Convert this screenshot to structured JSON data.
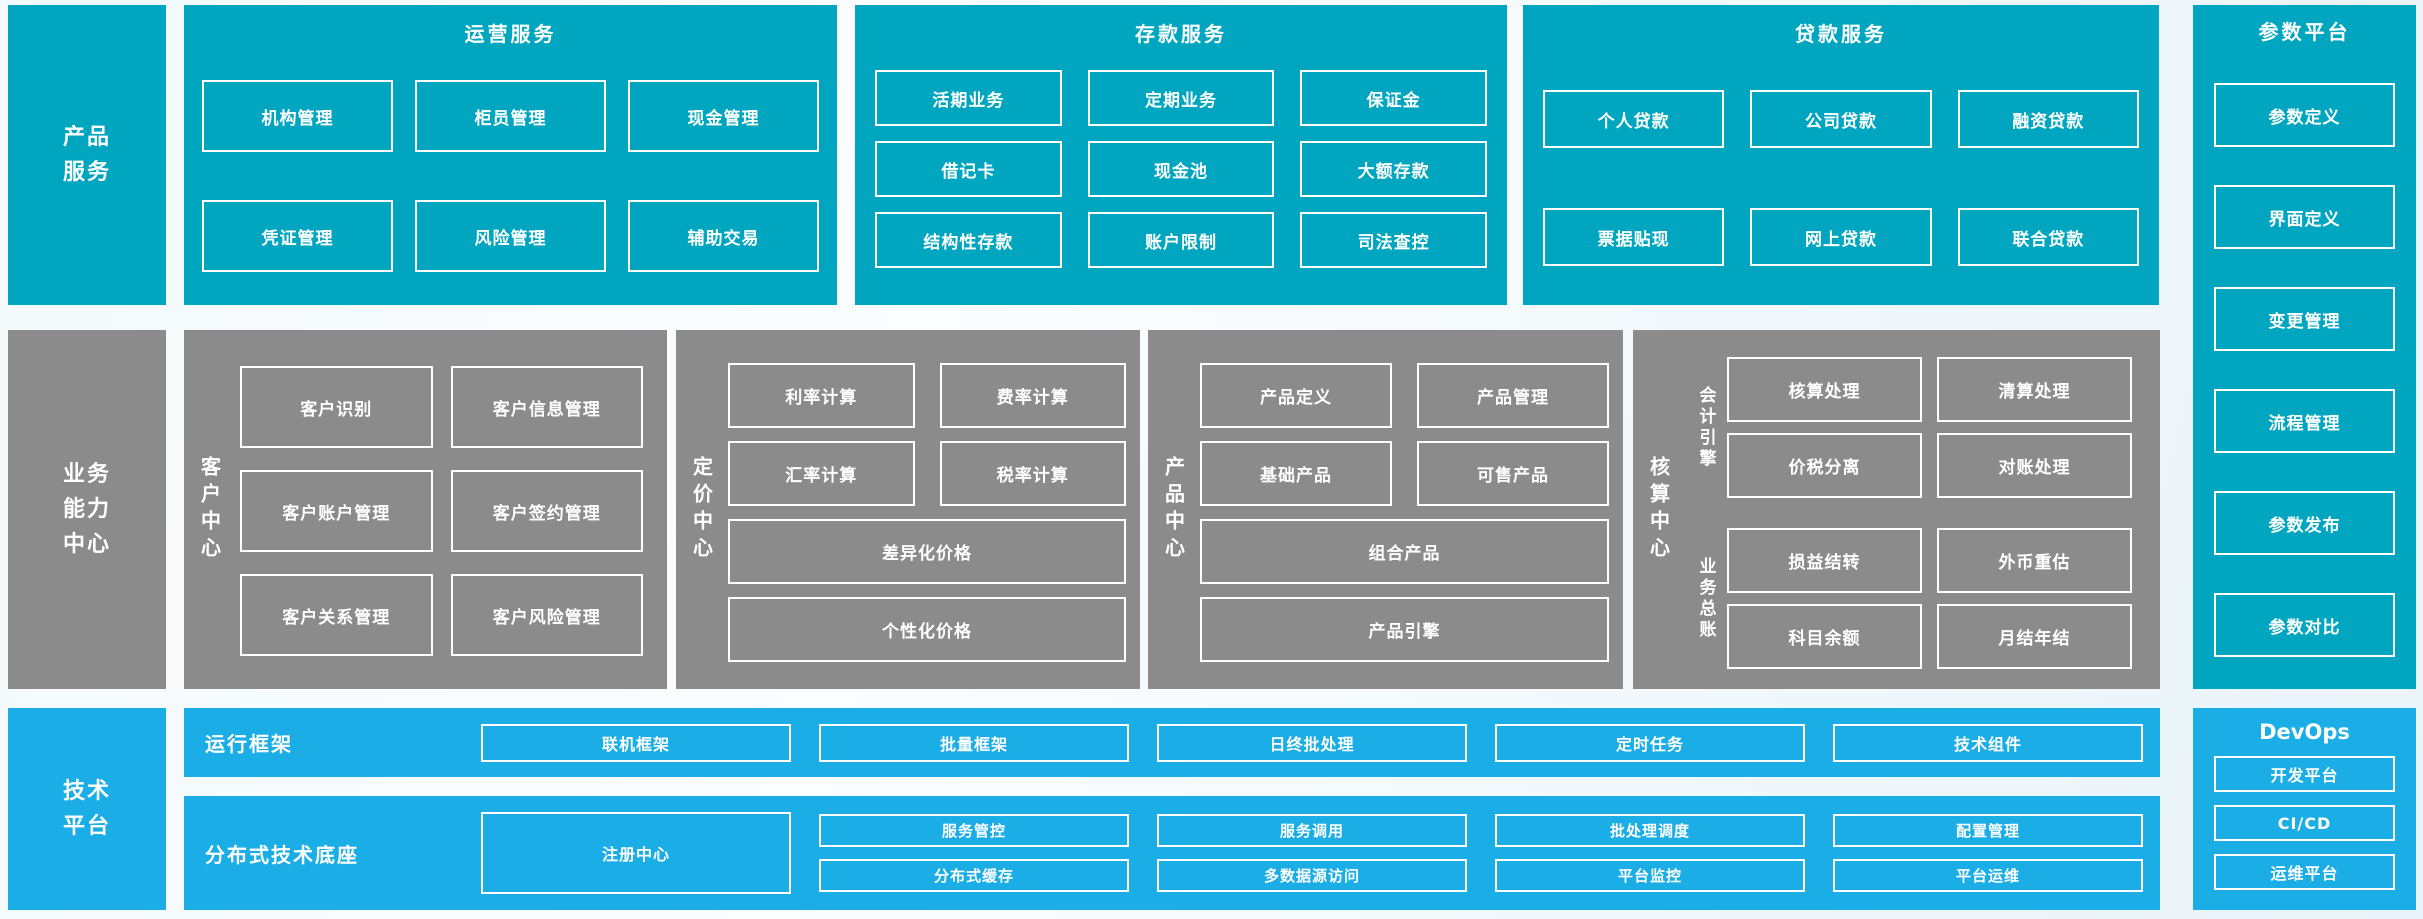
{
  "colors": {
    "teal": "#00a6bf",
    "gray": "#8b8b8b",
    "blue": "#1bade6"
  },
  "product_services": {
    "label": "产品\n服务",
    "operations": {
      "title": "运营服务",
      "boxes": [
        "机构管理",
        "柜员管理",
        "现金管理",
        "凭证管理",
        "风险管理",
        "辅助交易"
      ]
    },
    "deposit": {
      "title": "存款服务",
      "boxes": [
        "活期业务",
        "定期业务",
        "保证金",
        "借记卡",
        "现金池",
        "大额存款",
        "结构性存款",
        "账户限制",
        "司法查控"
      ]
    },
    "loan": {
      "title": "贷款服务",
      "boxes": [
        "个人贷款",
        "公司贷款",
        "融资贷款",
        "票据贴现",
        "网上贷款",
        "联合贷款"
      ]
    }
  },
  "param_platform": {
    "title": "参数平台",
    "boxes": [
      "参数定义",
      "界面定义",
      "变更管理",
      "流程管理",
      "参数发布",
      "参数对比"
    ]
  },
  "business_centers": {
    "label": "业务\n能力\n中心",
    "customer": {
      "name": "客户中心",
      "boxes": [
        "客户识别",
        "客户信息管理",
        "客户账户管理",
        "客户签约管理",
        "客户关系管理",
        "客户风险管理"
      ]
    },
    "pricing": {
      "name": "定价中心",
      "boxes": [
        "利率计算",
        "费率计算",
        "汇率计算",
        "税率计算"
      ],
      "wide": [
        "差异化价格",
        "个性化价格"
      ]
    },
    "product": {
      "name": "产品中心",
      "boxes": [
        "产品定义",
        "产品管理",
        "基础产品",
        "可售产品"
      ],
      "wide": [
        "组合产品",
        "产品引擎"
      ]
    },
    "accounting": {
      "name": "核算中心",
      "groups": [
        {
          "name": "会计引擎",
          "boxes": [
            "核算处理",
            "清算处理",
            "价税分离",
            "对账处理"
          ]
        },
        {
          "name": "业务总账",
          "boxes": [
            "损益结转",
            "外币重估",
            "科目余额",
            "月结年结"
          ]
        }
      ]
    }
  },
  "tech_platform": {
    "label": "技术\n平台",
    "runtime": {
      "title": "运行框架",
      "boxes": [
        "联机框架",
        "批量框架",
        "日终批处理",
        "定时任务",
        "技术组件"
      ]
    },
    "distributed": {
      "title": "分布式技术底座",
      "registry": "注册中心",
      "pairs": [
        [
          "服务管控",
          "分布式缓存"
        ],
        [
          "服务调用",
          "多数据源访问"
        ],
        [
          "批处理调度",
          "平台监控"
        ],
        [
          "配置管理",
          "平台运维"
        ]
      ]
    },
    "devops": {
      "title": "DevOps",
      "boxes": [
        "开发平台",
        "CI/CD",
        "运维平台"
      ]
    }
  }
}
